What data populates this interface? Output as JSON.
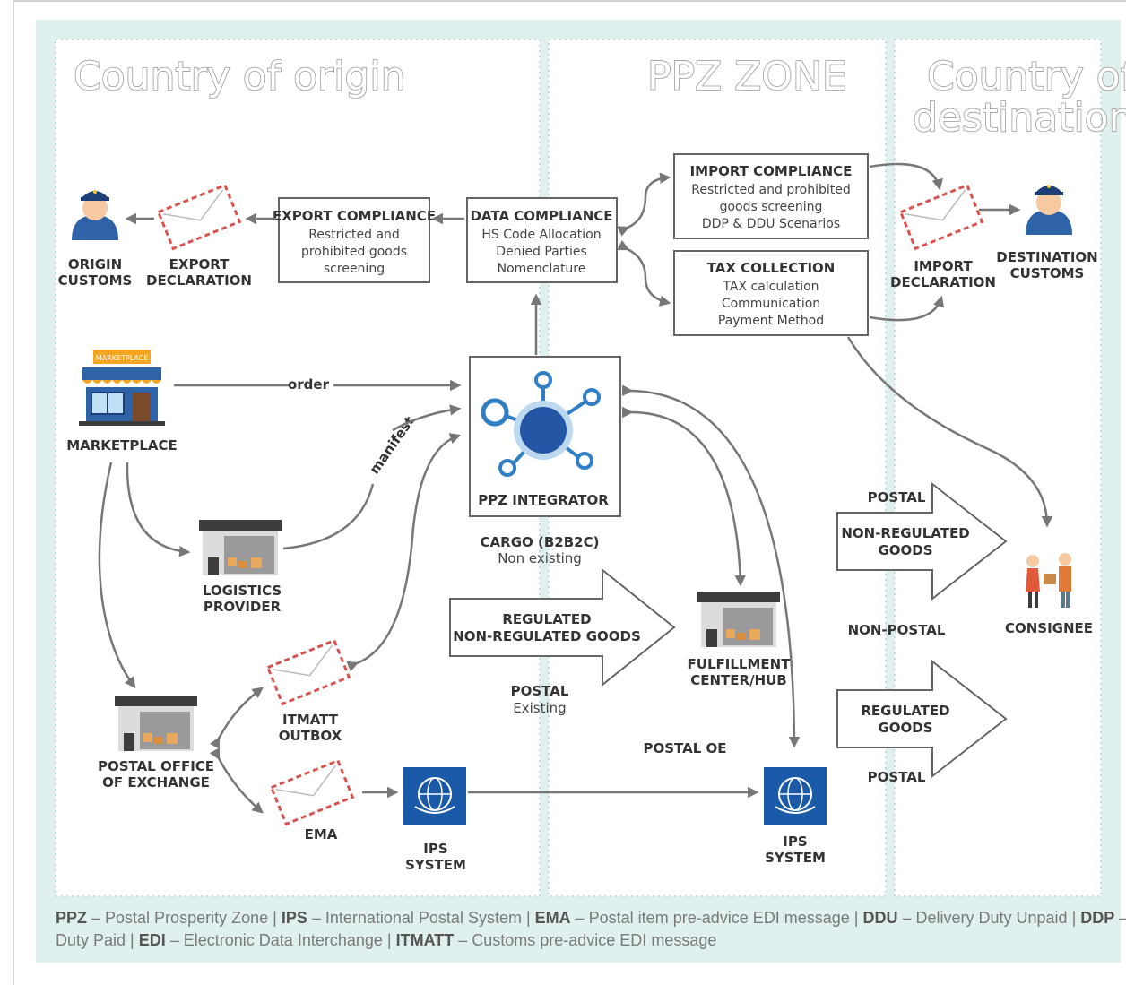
{
  "zones": {
    "origin": "Country of origin",
    "ppz": "PPZ ZONE",
    "destination_line1": "Country of",
    "destination_line2": "destination"
  },
  "actors": {
    "origin_customs": [
      "ORIGIN",
      "CUSTOMS"
    ],
    "export_declaration": [
      "EXPORT",
      "DECLARATION"
    ],
    "import_declaration": [
      "IMPORT",
      "DECLARATION"
    ],
    "destination_customs": [
      "DESTINATION",
      "CUSTOMS"
    ],
    "marketplace": "MARKETPLACE",
    "marketplace_sign": "MARKETPLACE",
    "logistics_provider": [
      "LOGISTICS",
      "PROVIDER"
    ],
    "postal_office": [
      "POSTAL OFFICE",
      "OF EXCHANGE"
    ],
    "itmatt_outbox": [
      "ITMATT",
      "OUTBOX"
    ],
    "ema": "EMA",
    "ips_system_left": [
      "IPS",
      "SYSTEM"
    ],
    "ips_system_right": [
      "IPS",
      "SYSTEM"
    ],
    "ppz_integrator": "PPZ INTEGRATOR",
    "fulfillment": [
      "FULFILLMENT",
      "CENTER/HUB"
    ],
    "consignee": "CONSIGNEE"
  },
  "boxes": {
    "export_compliance": {
      "title": "EXPORT COMPLIANCE",
      "lines": [
        "Restricted and",
        "prohibited goods",
        "screening"
      ]
    },
    "data_compliance": {
      "title": "DATA COMPLIANCE",
      "lines": [
        "HS Code Allocation",
        "Denied Parties",
        "Nomenclature"
      ]
    },
    "import_compliance": {
      "title": "IMPORT COMPLIANCE",
      "lines": [
        "Restricted and prohibited",
        "goods screening",
        "DDP & DDU Scenarios"
      ]
    },
    "tax_collection": {
      "title": "TAX COLLECTION",
      "lines": [
        "TAX calculation",
        "Communication",
        "Payment Method"
      ]
    }
  },
  "flow_labels": {
    "order": "order",
    "manifest": "manifest",
    "cargo": [
      "CARGO (B2B2C)",
      "Non existing"
    ],
    "regulated_arrow": [
      "REGULATED",
      "NON-REGULATED GOODS"
    ],
    "postal_existing": [
      "POSTAL",
      "Existing"
    ],
    "postal_oe": "POSTAL OE",
    "postal_top": "POSTAL",
    "non_regulated_arrow": [
      "NON-REGULATED",
      "GOODS"
    ],
    "non_postal": "NON-POSTAL",
    "regulated_goods_arrow": [
      "REGULATED",
      "GOODS"
    ],
    "postal_bottom": "POSTAL"
  },
  "legend": {
    "line1": [
      {
        "k": "PPZ",
        "v": " – Postal Prosperity Zone"
      },
      {
        "k": "IPS",
        "v": " – International Postal System"
      },
      {
        "k": "EMA",
        "v": " – Postal item pre-advice EDI message"
      },
      {
        "k": "DDU",
        "v": " – Delivery Duty Unpaid"
      },
      {
        "k": "DDP",
        "v": " – Delivery"
      }
    ],
    "line2_start": "Duty Paid",
    "line2": [
      {
        "k": "EDI",
        "v": " – Electronic Data Interchange"
      },
      {
        "k": "ITMATT",
        "v": " – Customs pre-advice EDI message"
      }
    ],
    "separator": " | "
  },
  "colors": {
    "band": "#dff0ef",
    "panel": "#ffffff",
    "dots": "#bfdedc",
    "arrow": "#777777",
    "customs_blue": "#2f63a8",
    "ups_blue": "#1a5aa8",
    "integrator_blue": "#2f7fc7",
    "marketplace_orange": "#f4a623",
    "building_dark": "#3d3d3d"
  }
}
